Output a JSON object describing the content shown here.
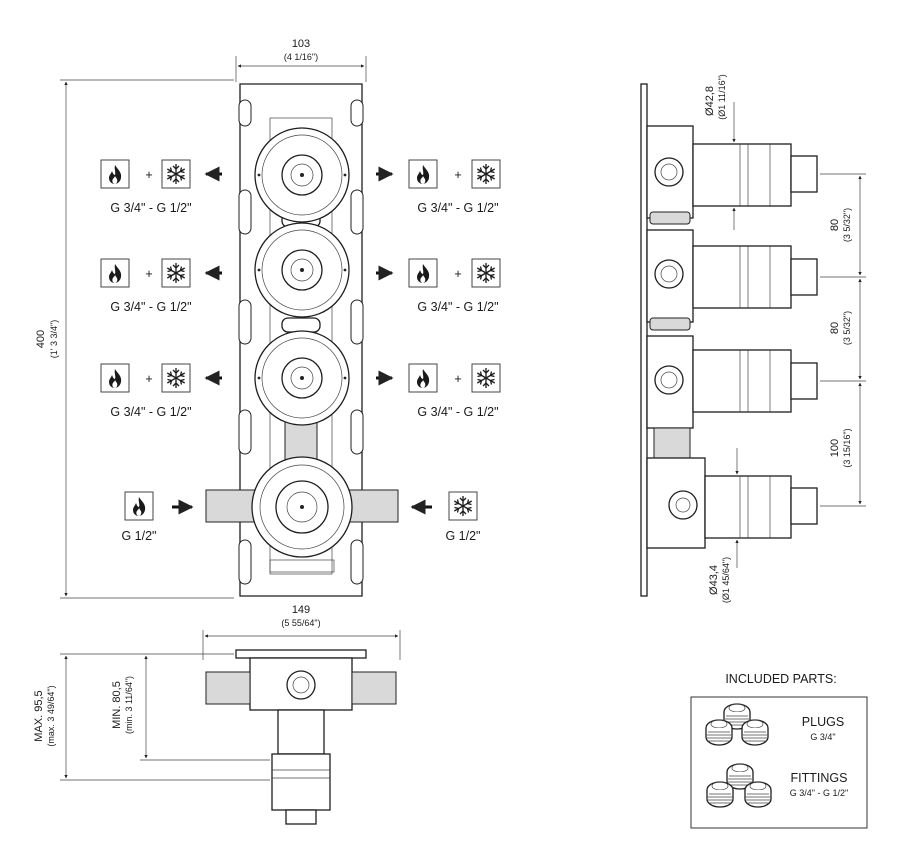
{
  "front_view": {
    "width_dim": "103",
    "width_dim_in": "(4 1/16\")",
    "height_dim": "400",
    "height_dim_in": "(1' 3 3/4\")"
  },
  "outlets": {
    "row_1": {
      "left_label": "G 3/4\" - G 1/2\"",
      "right_label": "G 3/4\" - G 1/2\""
    },
    "row_2": {
      "left_label": "G 3/4\" - G 1/2\"",
      "right_label": "G 3/4\" - G 1/2\""
    },
    "row_3": {
      "left_label": "G 3/4\" - G 1/2\"",
      "right_label": "G 3/4\" - G 1/2\""
    }
  },
  "inlets": {
    "hot_label": "G 1/2\"",
    "cold_label": "G 1/2\""
  },
  "symbols": {
    "plus": "+",
    "hot_icon": "flame-icon",
    "cold_icon": "snowflake-icon"
  },
  "side_view": {
    "top_diameter": "Ø42,8",
    "top_diameter_in": "(Ø1 11/16\")",
    "spacing_1": "80",
    "spacing_1_in": "(3 5/32\")",
    "spacing_2": "80",
    "spacing_2_in": "(3 5/32\")",
    "spacing_3": "100",
    "spacing_3_in": "(3 15/16\")",
    "bottom_diameter": "Ø43,4",
    "bottom_diameter_in": "(Ø1 45/64\")"
  },
  "bottom_view": {
    "width_dim": "149",
    "width_dim_in": "(5 55/64\")",
    "max_depth": "MAX. 95,5",
    "max_depth_in": "(max. 3 49/64\")",
    "min_depth": "MIN. 80,5",
    "min_depth_in": "(min. 3 11/64\")"
  },
  "included_parts": {
    "title": "INCLUDED PARTS:",
    "plugs_label": "PLUGS",
    "plugs_size": "G 3/4\"",
    "fittings_label": "FITTINGS",
    "fittings_size": "G 3/4\" - G 1/2\""
  }
}
